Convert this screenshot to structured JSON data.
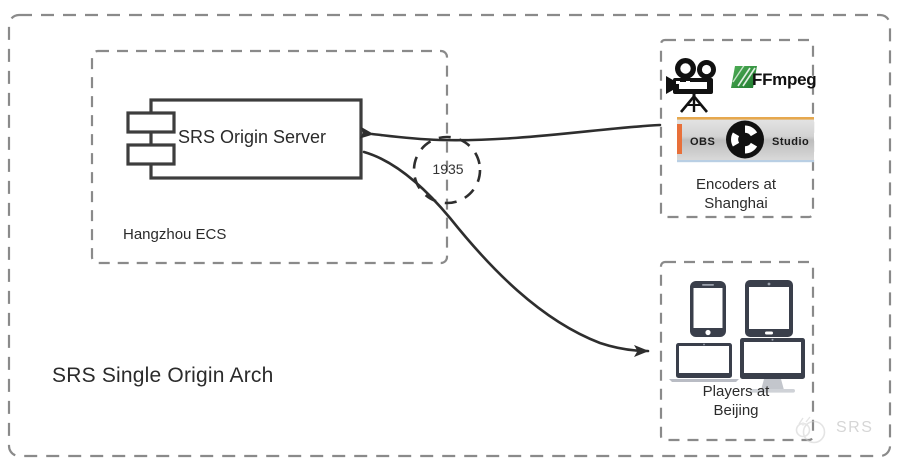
{
  "diagram": {
    "title": "SRS Single Origin Arch",
    "outer_boundary": {
      "name": "diagram-frame",
      "style": "dashed"
    },
    "colors": {
      "stroke": "#5b5b5b",
      "dashed_border": "#8a8a8a",
      "box_stroke": "#3d3d3d",
      "text": "#2b2b2b",
      "device": "#3a3f4b",
      "ffmpeg_green": "#2f8a3d",
      "obs_orange": "#e8703a",
      "watermark": "#d6d6d6"
    }
  },
  "zones": {
    "hangzhou": {
      "label": "Hangzhou ECS",
      "node": {
        "label": "SRS Origin Server",
        "shape": "uml-component"
      }
    },
    "encoders": {
      "label": "Encoders at\nShanghai",
      "items": [
        {
          "name": "movie-camera-icon",
          "label": ""
        },
        {
          "name": "ffmpeg-logo",
          "label": "FFmpeg"
        },
        {
          "name": "obs-studio-logo",
          "label_left": "OBS",
          "label_right": "Studio"
        }
      ]
    },
    "players": {
      "label": "Players at\nBeijing",
      "items": [
        {
          "name": "smartphone-icon"
        },
        {
          "name": "tablet-icon"
        },
        {
          "name": "laptop-icon"
        },
        {
          "name": "desktop-monitor-icon"
        }
      ]
    }
  },
  "connections": [
    {
      "name": "publish-stream-arrow",
      "from": "encoders",
      "to": "srs-origin-server",
      "direction": "left",
      "port": "1935"
    },
    {
      "name": "play-stream-arrow",
      "from": "srs-origin-server",
      "to": "players",
      "direction": "right",
      "port": "1935"
    }
  ],
  "port_badge": {
    "value": "1935",
    "shape": "dashed-circle"
  },
  "watermark": {
    "text": "SRS",
    "icon": "srs-cloud-logo"
  }
}
